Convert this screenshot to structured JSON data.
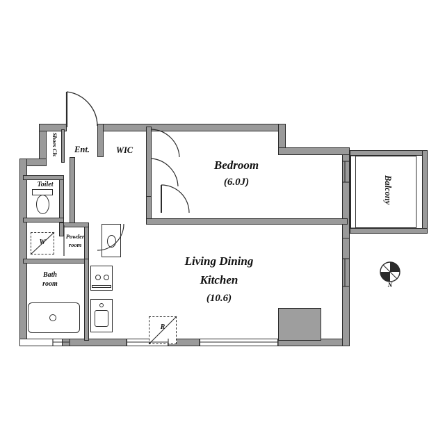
{
  "floorplan": {
    "title": "apartment-floor-plan",
    "rooms": [
      {
        "name": "bedroom",
        "label": "Bedroom",
        "area": "(6.0J)"
      },
      {
        "name": "living-dining-kitchen",
        "label": "Living Dining",
        "label2": "Kitchen",
        "area": "(10.6)"
      },
      {
        "name": "balcony",
        "label": "Balcony"
      },
      {
        "name": "entrance",
        "label": "Ent."
      },
      {
        "name": "walk-in-closet",
        "label": "WIC"
      },
      {
        "name": "shoes-closet",
        "label": "Shoes Cls"
      },
      {
        "name": "toilet",
        "label": "Toilet"
      },
      {
        "name": "powder-room",
        "label": "Powder",
        "label2": "room"
      },
      {
        "name": "bath-room",
        "label": "Bath",
        "label2": "room"
      }
    ],
    "markers": [
      {
        "name": "washer-marker",
        "label": "W"
      },
      {
        "name": "refrigerator-marker",
        "label": "R"
      }
    ],
    "compass": {
      "label": "N"
    },
    "colors": {
      "wall_fill": "#9a9a9a",
      "wall_stroke": "#2b2b2b",
      "counter_fill": "#9e9e9e",
      "background": "#ffffff",
      "text": "#111111"
    }
  }
}
